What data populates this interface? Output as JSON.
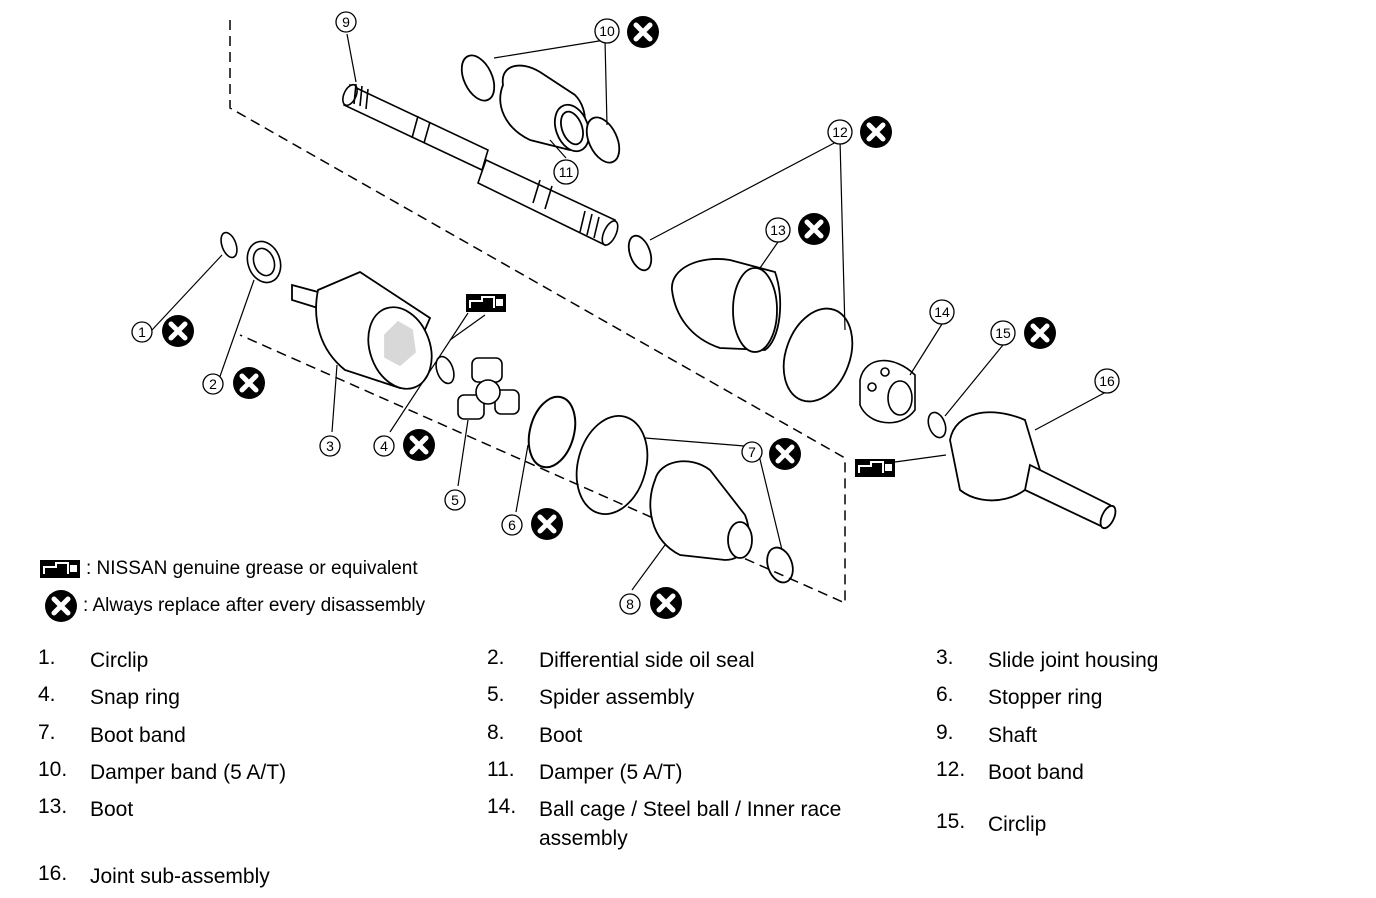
{
  "legend": {
    "grease_text": ": NISSAN genuine grease or equivalent",
    "replace_text": ": Always replace after every disassembly"
  },
  "callouts": [
    "1",
    "2",
    "3",
    "4",
    "5",
    "6",
    "7",
    "8",
    "9",
    "10",
    "11",
    "12",
    "13",
    "14",
    "15",
    "16"
  ],
  "parts": [
    {
      "num": "1.",
      "label": "Circlip"
    },
    {
      "num": "2.",
      "label": "Differential side oil seal"
    },
    {
      "num": "3.",
      "label": "Slide joint housing"
    },
    {
      "num": "4.",
      "label": "Snap ring"
    },
    {
      "num": "5.",
      "label": "Spider assembly"
    },
    {
      "num": "6.",
      "label": "Stopper ring"
    },
    {
      "num": "7.",
      "label": "Boot band"
    },
    {
      "num": "8.",
      "label": "Boot"
    },
    {
      "num": "9.",
      "label": "Shaft"
    },
    {
      "num": "10.",
      "label": "Damper band (5 A/T)"
    },
    {
      "num": "11.",
      "label": "Damper (5 A/T)"
    },
    {
      "num": "12.",
      "label": "Boot band"
    },
    {
      "num": "13.",
      "label": "Boot"
    },
    {
      "num": "14.",
      "label": "Ball cage / Steel ball / Inner race assembly"
    },
    {
      "num": "15.",
      "label": "Circlip"
    },
    {
      "num": "16.",
      "label": "Joint sub-assembly"
    }
  ]
}
